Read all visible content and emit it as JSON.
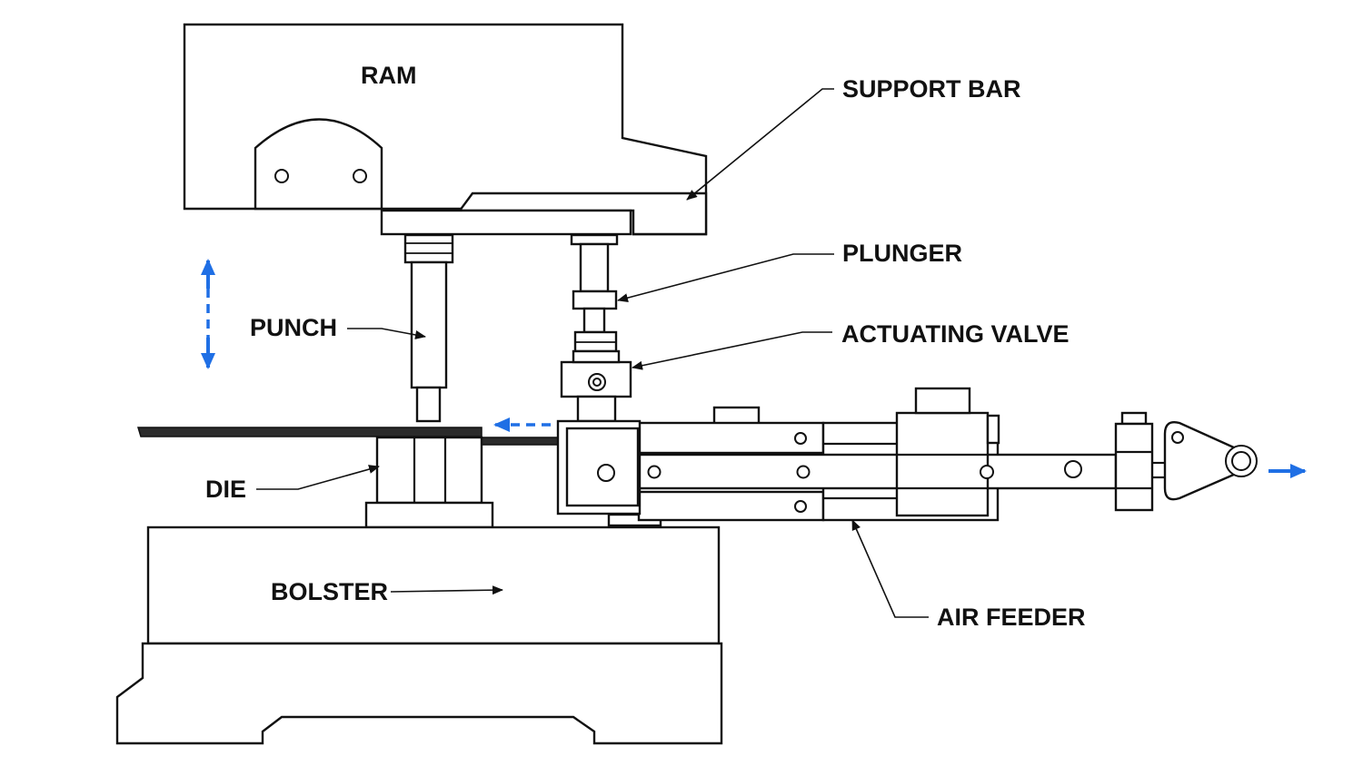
{
  "labels": {
    "ram": "RAM",
    "support_bar": "SUPPORT BAR",
    "plunger": "PLUNGER",
    "actuating_valve": "ACTUATING VALVE",
    "punch": "PUNCH",
    "die": "DIE",
    "bolster": "BOLSTER",
    "air_feeder": "AIR FEEDER"
  },
  "colors": {
    "motion_arrow": "#1f6fe5",
    "line": "#111111",
    "background": "#ffffff"
  },
  "motion_arrows": {
    "punch_stroke": "vertical-up-down",
    "stock_feed": "left",
    "feeder_stroke": "right"
  }
}
